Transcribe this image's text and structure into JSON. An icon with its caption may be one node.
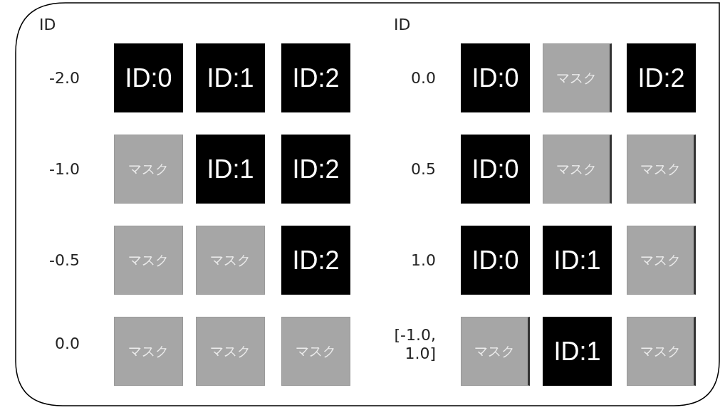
{
  "diagram": {
    "nodes": [
      {
        "text": [
          "ID:0"
        ]
      },
      {
        "text": [
          "ID:1"
        ]
      },
      {
        "text": [
          "ID:2"
        ]
      },
      {
        "text": [
          "ID:0"
        ]
      },
      {
        "text": [
          "マスク"
        ]
      },
      {
        "text": [
          "ID:2"
        ]
      },
      {
        "text": [
          "マスク"
        ]
      },
      {
        "text": [
          "ID:1"
        ]
      },
      {
        "text": [
          "ID:2"
        ]
      },
      {
        "text": [
          "ID:0"
        ]
      },
      {
        "text": [
          "マスク"
        ]
      },
      {
        "text": [
          "マスク"
        ]
      },
      {
        "text": [
          "マスク"
        ]
      },
      {
        "text": [
          "マスク"
        ]
      },
      {
        "text": [
          "ID:2"
        ]
      },
      {
        "text": [
          "ID:0"
        ]
      },
      {
        "text": [
          "ID:1"
        ]
      },
      {
        "text": [
          "マスク"
        ]
      },
      {
        "text": [
          "マスク"
        ]
      },
      {
        "text": [
          "マスク"
        ]
      },
      {
        "text": [
          "マスク"
        ]
      },
      {
        "text": [
          "マスク"
        ]
      },
      {
        "text": [
          "ID:1"
        ]
      },
      {
        "text": [
          "マスク"
        ]
      }
    ],
    "labels": [
      "ID",
      "ID",
      "-2.0",
      "0.0",
      "-1.0",
      "0.5",
      "-0.5",
      "1.0",
      "0.0",
      "[-1.0, 1.0]"
    ]
  }
}
